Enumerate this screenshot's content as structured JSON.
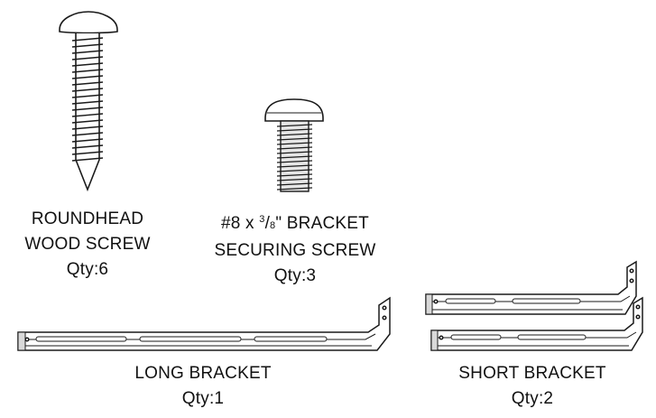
{
  "parts": {
    "wood_screw": {
      "line1": "ROUNDHEAD",
      "line2": "WOOD SCREW",
      "qty": "Qty:6",
      "icon": "roundhead-wood-screw-icon"
    },
    "bracket_screw": {
      "line1_prefix": "#8 x ",
      "line1_num": "3",
      "line1_sep": "/",
      "line1_den": "8",
      "line1_suffix": "\" BRACKET",
      "line2": "SECURING SCREW",
      "qty": "Qty:3",
      "icon": "bracket-securing-screw-icon"
    },
    "long_bracket": {
      "name": "LONG BRACKET",
      "qty": "Qty:1",
      "icon": "long-bracket-icon"
    },
    "short_bracket": {
      "name": "SHORT BRACKET",
      "qty": "Qty:2",
      "icon": "short-bracket-icon"
    }
  },
  "colors": {
    "line": "#1a1a1a",
    "fill": "#ffffff",
    "shade": "#d9d9d9"
  }
}
